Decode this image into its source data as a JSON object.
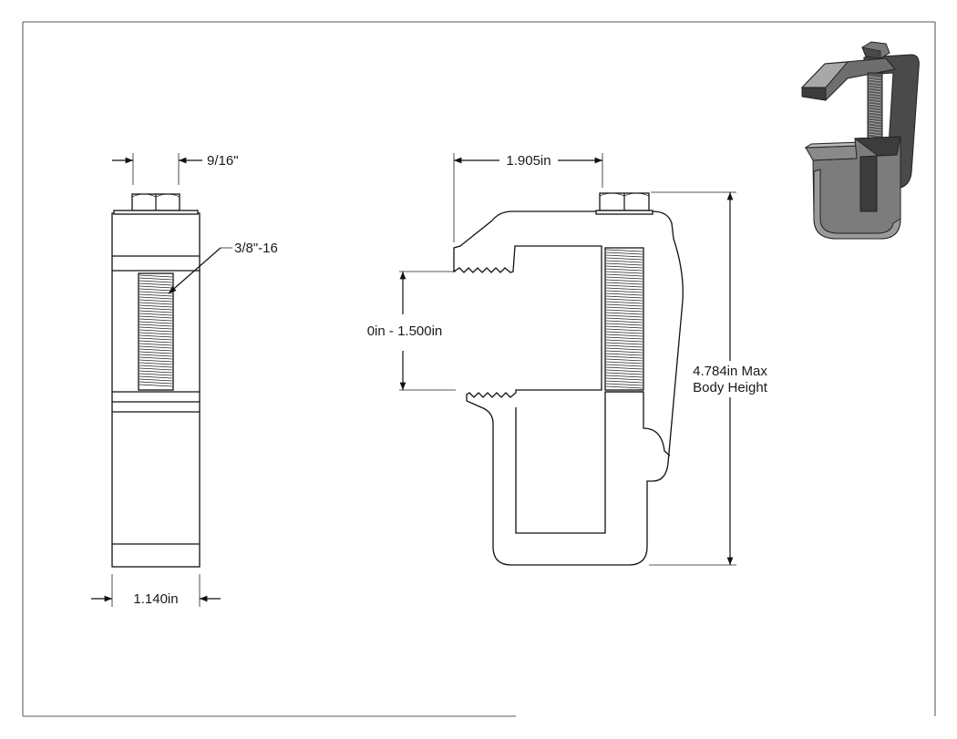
{
  "dimensions": {
    "nut_width": "9/16\"",
    "thread": "3/8\"-16",
    "body_width": "1.140in",
    "jaw_depth": "1.905in",
    "opening": "0in - 1.500in",
    "height_line1": "4.784in Max",
    "height_line2": "Body Height"
  },
  "colors": {
    "line": "#111111",
    "iso_dark": "#3c3c3c",
    "iso_mid": "#6e6e6e",
    "iso_light": "#a8a8a8"
  }
}
